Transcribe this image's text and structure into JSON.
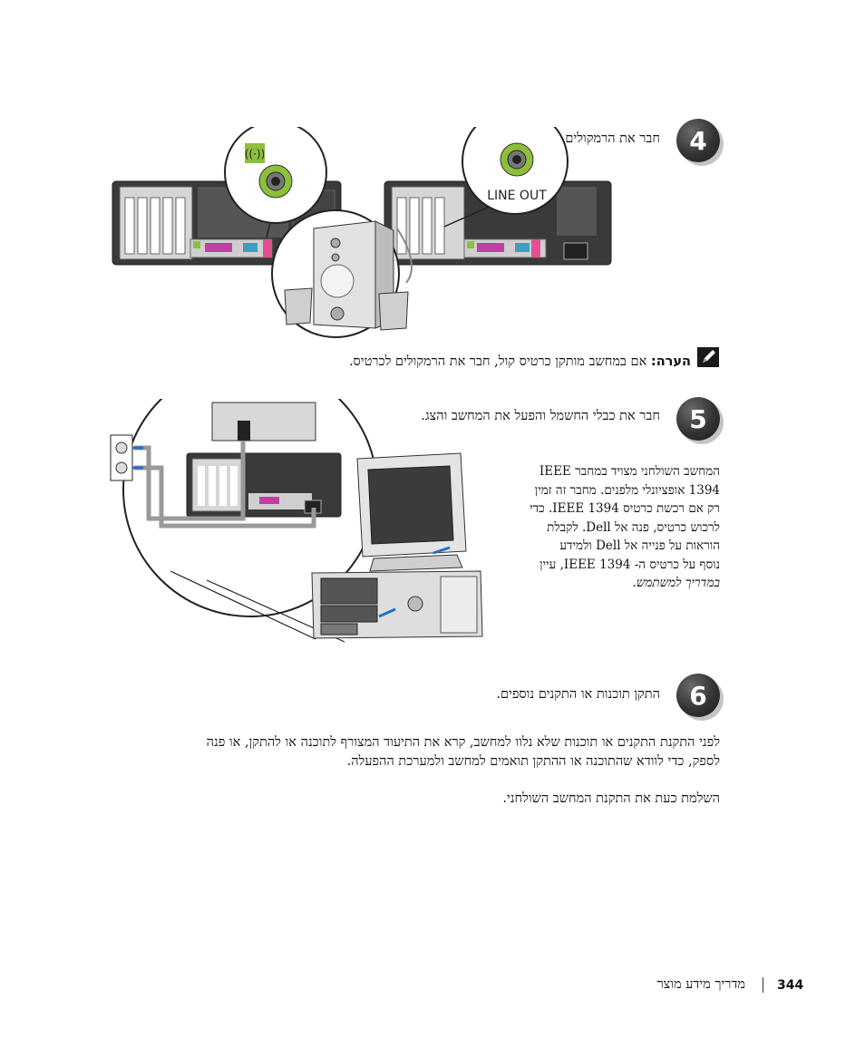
{
  "steps": [
    {
      "number": "4",
      "text": "חבר את הרמקולים."
    },
    {
      "number": "5",
      "text": "חבר את כבלי החשמל והפעל את המחשב והצג."
    },
    {
      "number": "6",
      "text": "התקן תוכנות או התקנים נוספים."
    }
  ],
  "figure1": {
    "line_out_label": "LINE OUT"
  },
  "note": {
    "label": "הערה:",
    "text": "אם במחשב מותקן כרטיס קול, חבר את הרמקולים לכרטיס."
  },
  "ieee_lines": [
    "המחשב השולחני מצויד במחבר IEEE",
    "1394 אופציונלי מלפנים. מחבר זה זמין",
    "רק אם רכשת כרטיס IEEE 1394. כדי",
    "לרכוש כרטיס, פנה אל Dell. לקבלת",
    "הוראות על פנייה אל Dell ולמידע",
    "נוסף על כרטיס ה- IEEE 1394, עיין",
    "במדריך למשתמש."
  ],
  "paragraph_lines": [
    "לפני התקנת התקנים או תוכנות שלא נלוו למחשב, קרא את התיעוד המצורף לתוכנה או להתקן, או פנה",
    "לספק, כדי לוודא שהתוכנה או ההתקן תואמים למחשב ולמערכת ההפעלה."
  ],
  "closing": "השלמת כעת את התקנת המחשב השולחני.",
  "footer": {
    "title": "מדריך מידע מוצר",
    "page": "344"
  },
  "colors": {
    "jack_green": "#8dbf3a",
    "arrow_blue": "#1e6fc8"
  }
}
